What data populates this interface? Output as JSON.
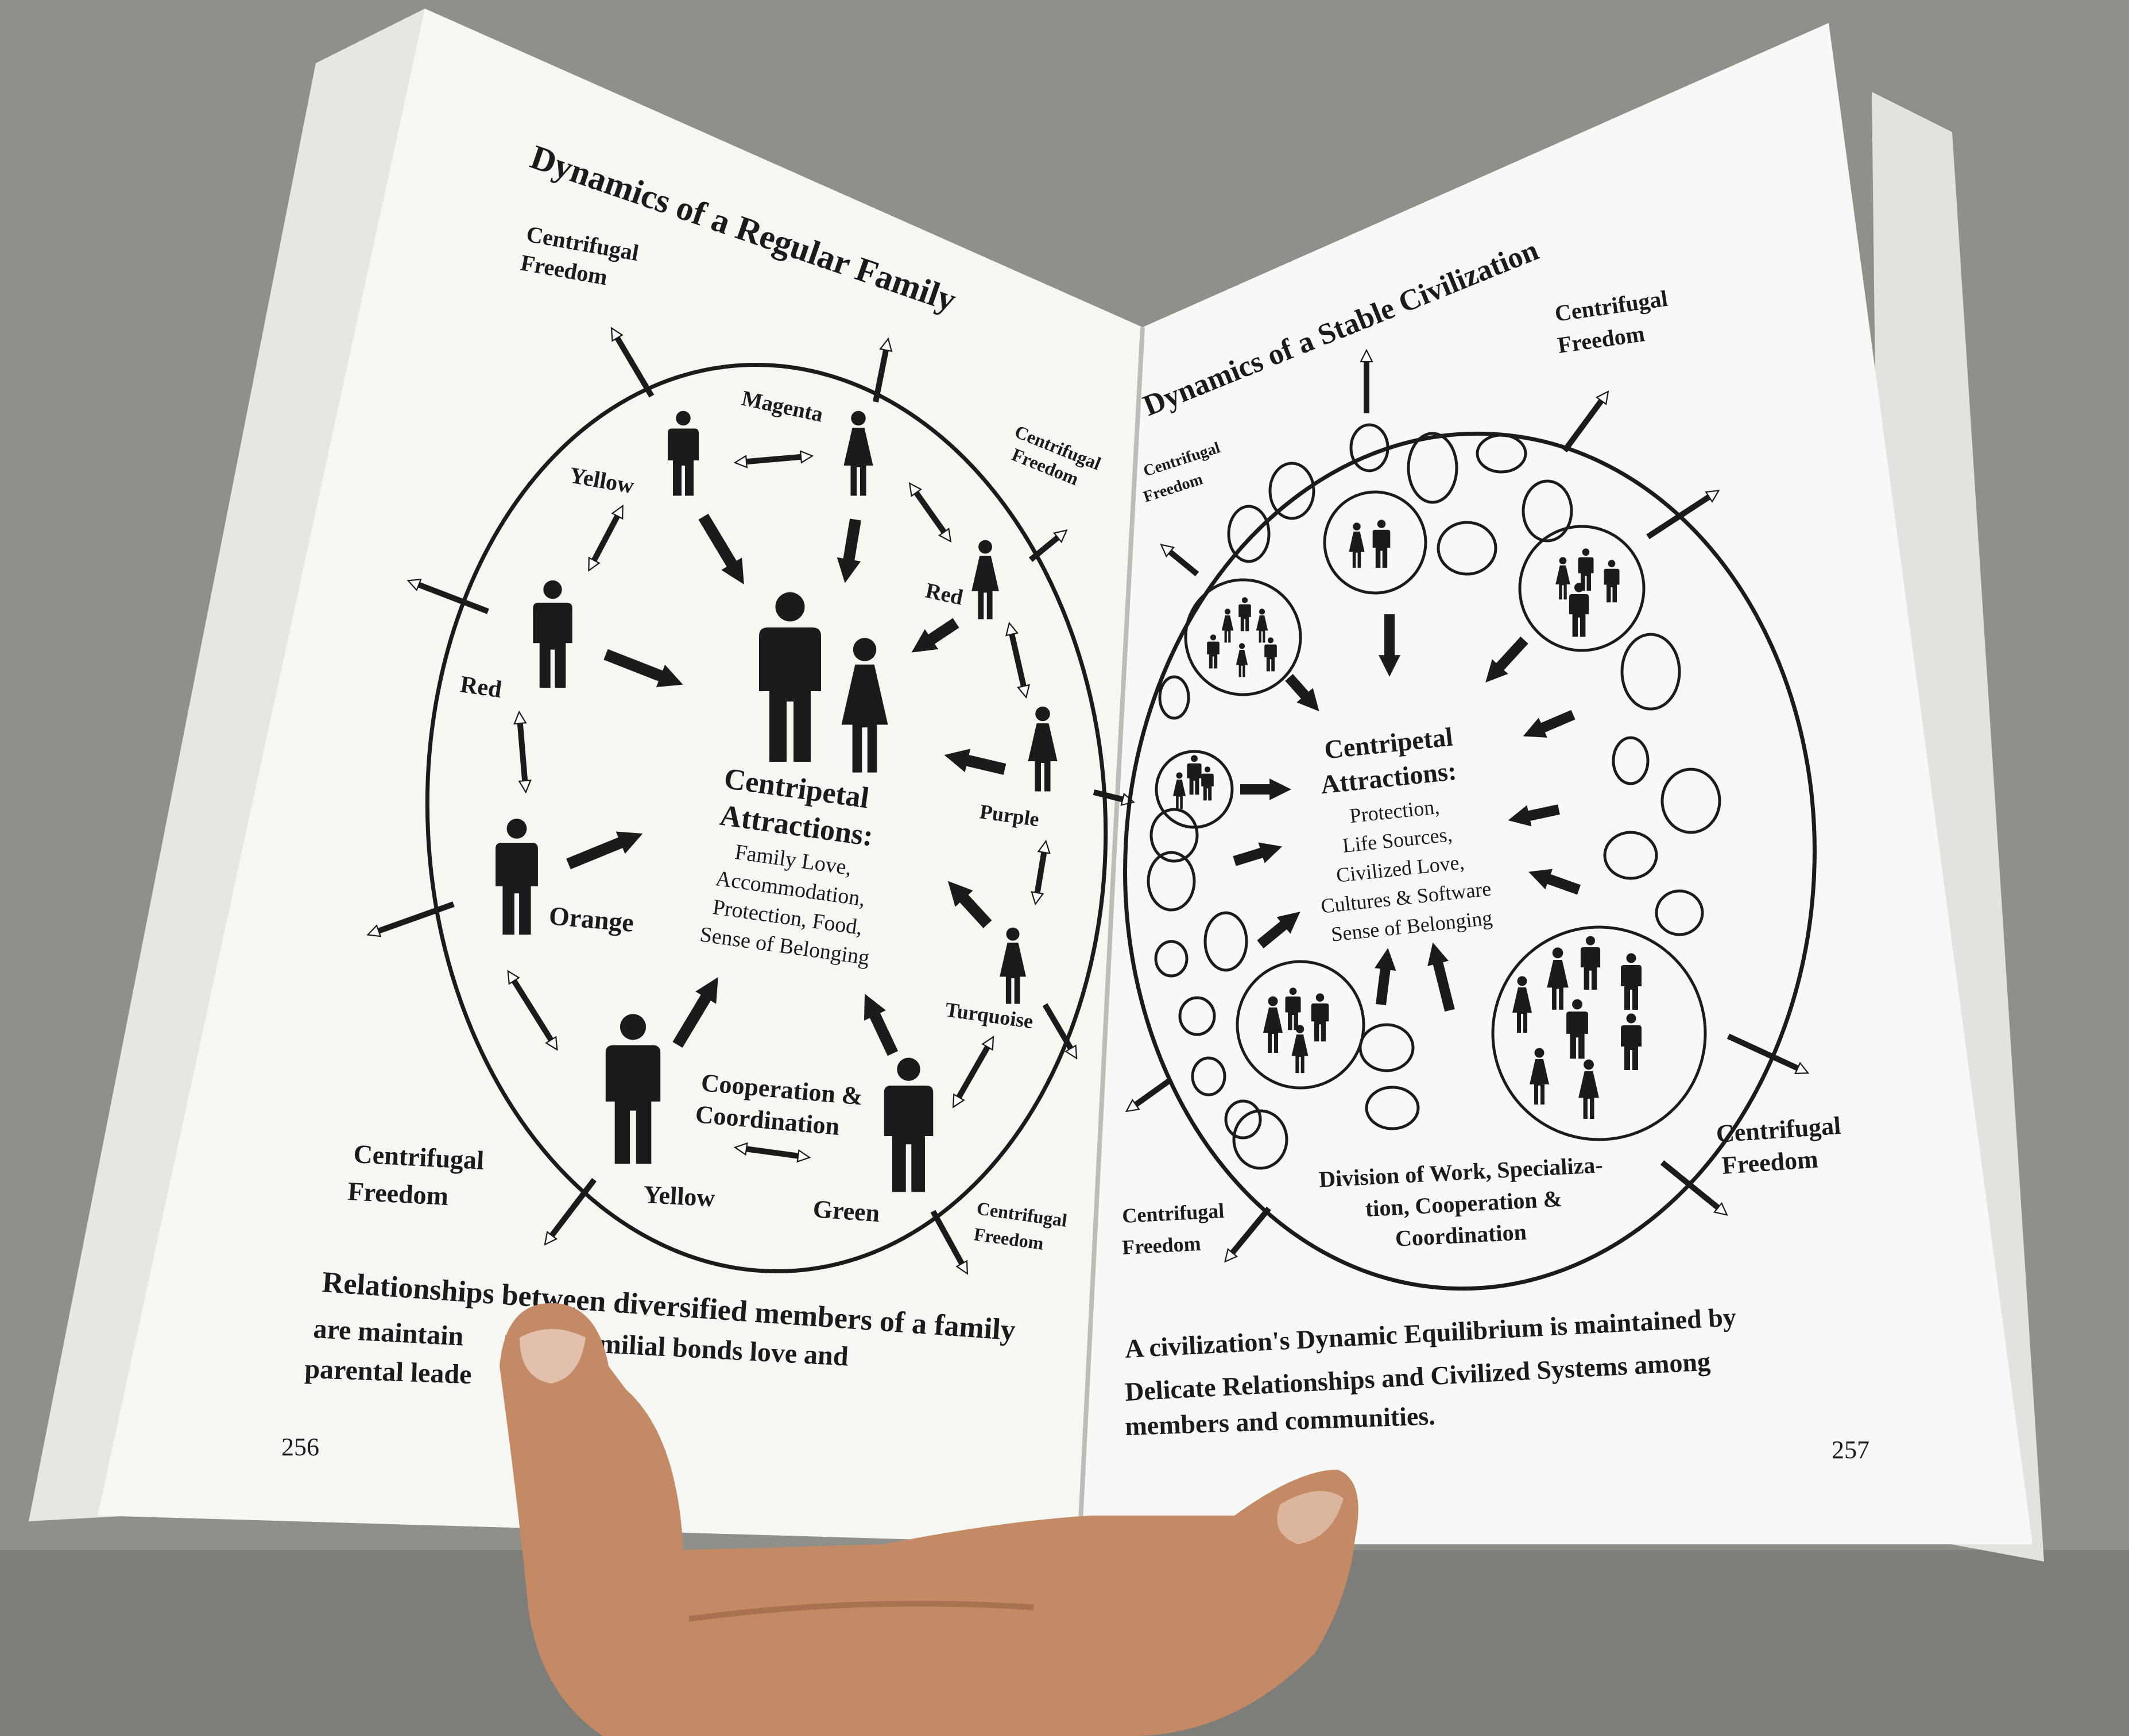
{
  "left_page": {
    "title": "Dynamics of a Regular Family",
    "centripetal": {
      "heading1": "Centripetal",
      "heading2": "Attractions:",
      "lines": [
        "Family Love,",
        "Accommodation,",
        "Protection, Food,",
        "Sense of Belonging"
      ]
    },
    "members": {
      "magenta": "Magenta",
      "yellow_top": "Yellow",
      "red_right": "Red",
      "red_left": "Red",
      "purple": "Purple",
      "orange": "Orange",
      "turquoise": "Turquoise",
      "yellow_bottom": "Yellow",
      "green": "Green"
    },
    "cooperation": [
      "Cooperation &",
      "Coordination"
    ],
    "freedom_labels": {
      "top_left": [
        "Centrifugal",
        "Freedom"
      ],
      "top_right": [
        "Centrifugal",
        "Freedom"
      ],
      "bottom_left": [
        "Centrifugal",
        "Freedom"
      ],
      "bottom_right": [
        "Centrifugal",
        "Freedom"
      ]
    },
    "caption_lines": [
      "Relationships between diversified members of a family",
      "are maintain      trong familial bonds love and",
      "parental leade"
    ],
    "page_number": "256"
  },
  "right_page": {
    "title": "Dynamics of a Stable Civilization",
    "centripetal": {
      "heading1": "Centripetal",
      "heading2": "Attractions:",
      "lines": [
        "Protection,",
        "Life Sources,",
        "Civilized Love,",
        "Cultures & Software",
        "Sense of Belonging"
      ]
    },
    "division": [
      "Division of Work, Specializa-",
      "tion, Cooperation &",
      "Coordination"
    ],
    "freedom_labels": {
      "top_left": [
        "Centrifugal",
        "Freedom"
      ],
      "top_right": [
        "Centrifugal",
        "Freedom"
      ],
      "bottom_left": [
        "Centrifugal",
        "Freedom"
      ],
      "bottom_right": [
        "Centrifugal",
        "Freedom"
      ]
    },
    "caption_lines": [
      "A civilization's Dynamic Equilibrium is maintained by",
      "Delicate Relationships and Civilized Systems among",
      "members and communities."
    ],
    "page_number": "257"
  },
  "colors": {
    "background": "#8f9089",
    "page_left": "#f6f6f3",
    "page_right": "#f8f8f6",
    "ink": "#1b1b1b",
    "skin": "#c48a66"
  }
}
